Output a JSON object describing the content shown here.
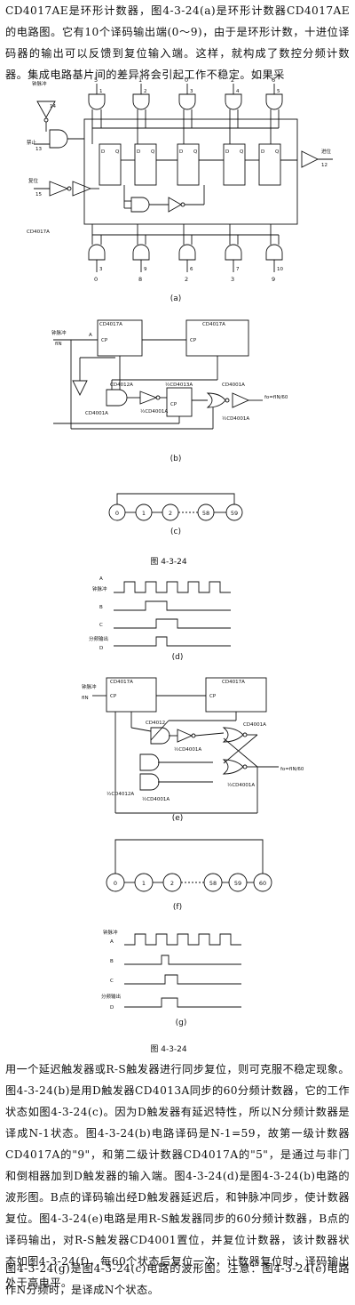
{
  "intro": "CD4017AE是环形计数器，图4-3-24(a)是环形计数器CD4017AE的电路图。它有10个译码输出端(0～9)，由于是环形计数，十进位译码器的输出可以反馈到复位输入端。这样，就构成了数控分频计数器。集成电路基片间的差异将会引起工作不稳定。如果采",
  "fig_a": {
    "clock": "钟脉冲",
    "clock_pin": "14",
    "enable": "禁止",
    "enable_pin": "13",
    "reset": "复位",
    "reset_pin": "15",
    "chip": "CD4017A",
    "carry": "进位",
    "carry_pin": "12",
    "top_outputs": [
      "5",
      "1",
      "0",
      "2",
      "6"
    ],
    "top_pins": [
      "1",
      "2",
      "3",
      "4",
      "5"
    ],
    "bottom_outputs": [
      "0",
      "8",
      "2",
      "3",
      "9"
    ],
    "bottom_pins": [
      "3",
      "9",
      "6",
      "7",
      "10"
    ],
    "caption": "(a)"
  },
  "fig_b": {
    "clock": "钟脉冲",
    "fin": "fIN",
    "A": "A",
    "chip1": "CD4017A",
    "chip2": "CD4017A",
    "gates": [
      "CD4012A",
      "CD4001A",
      "½CD4013A",
      "½CD4001A",
      "CD4001A",
      "½CD4001A"
    ],
    "out": "fo=fIN/60",
    "caption": "(b)"
  },
  "fig_c": {
    "states": [
      "0",
      "1",
      "2",
      "58",
      "59"
    ],
    "caption": "(c)"
  },
  "fig_title_1": "图 4-3-24",
  "fig_d": {
    "labels": [
      "A",
      "B",
      "C",
      "D"
    ],
    "clock": "钟脉冲",
    "div": "分频输出",
    "caption": "(d)"
  },
  "fig_e": {
    "clock": "钟脉冲",
    "fin": "fIN",
    "chip1": "CD4017A",
    "chip2": "CD4017A",
    "gates": [
      "CD4012",
      "½CD4001A",
      "CD4001A",
      "½CD4012A",
      "½CD4001A",
      "½CD4001A"
    ],
    "out": "fo=fIN/60",
    "caption": "(e)"
  },
  "fig_f": {
    "states": [
      "0",
      "1",
      "2",
      "58",
      "59",
      "60"
    ],
    "caption": "(f)"
  },
  "fig_g": {
    "labels": [
      "A",
      "B",
      "C",
      "D"
    ],
    "clock": "钟脉冲",
    "div": "分频输出",
    "caption": "(g)"
  },
  "fig_title_2": "图 4-3-24",
  "body": "用一个延迟触发器或R-S触发器进行同步复位，则可克服不稳定现象。图4-3-24(b)是用D触发器CD4013A同步的60分频计数器，它的工作状态如图4-3-24(c)。因为D触发器有延迟特性，所以N分频计数器是译成N-1状态。图4-3-24(b)电路译码是N-1=59，故第一级计数器CD4017A的\"9\"，和第二级计数器CD4017A的\"5\"，是通过与非门和倒相器加到D触发器的输入端。图4-3-24(d)是图4-3-24(b)电路的波形图。B点的译码输出经D触发器延迟后，和钟脉冲同步，使计数器复位。图4-3-24(e)电路是用R-S触发器同步的60分频计数器，B点的译码输出，对R-S触发器CD4001置位，并复位计数器，该计数器状态如图4-3-24(f)，每60个状态后复位一次，计数器复位时，译码输出处于高电平。",
  "closing": "图4-3-24(g)是图4-3-24(c)电路的波形图。注意：图4-3-24(e)电路作N分频时，是译成N个状态。"
}
